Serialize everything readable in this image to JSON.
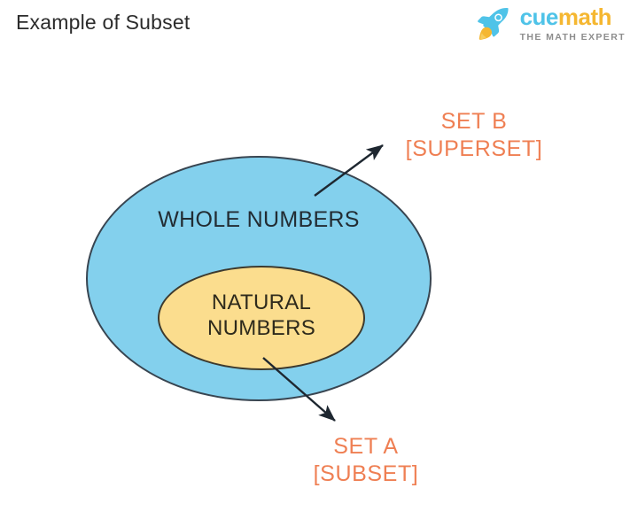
{
  "page": {
    "title": "Example of Subset",
    "background_color": "#ffffff"
  },
  "brand": {
    "icon": "rocket-icon",
    "word_first": "cue",
    "word_second": "math",
    "tagline": "THE MATH EXPERT",
    "colors": {
      "cue": "#4fc3e8",
      "math": "#f5b731",
      "tagline": "#8d8d8d",
      "rocket_body": "#4fc3e8",
      "rocket_flame": "#f5b731"
    }
  },
  "chart_data": {
    "type": "diagram",
    "subtype": "venn-subset",
    "title": "Example of Subset",
    "sets": [
      {
        "id": "outer",
        "label": "WHOLE NUMBERS",
        "role": "superset",
        "callout": "SET B",
        "callout_detail": "[SUPERSET]",
        "fill": "#83d0ed",
        "stroke": "#384551",
        "text_color": "#222c33"
      },
      {
        "id": "inner",
        "label_lines": [
          "NATURAL",
          "NUMBERS"
        ],
        "label": "NATURAL NUMBERS",
        "role": "subset",
        "callout": "SET A",
        "callout_detail": "[SUBSET]",
        "fill": "#fbdd8e",
        "stroke": "#3d3a2e",
        "text_color": "#2e2a1c"
      }
    ],
    "relation": "NATURAL NUMBERS is a subset of WHOLE NUMBERS",
    "annotation_color": "#ef7f53",
    "arrows": [
      {
        "from_set": "outer",
        "to_label": "SET B [SUPERSET]",
        "direction": "up-right"
      },
      {
        "from_set": "inner",
        "to_label": "SET A [SUBSET]",
        "direction": "down-right"
      }
    ]
  },
  "diagram": {
    "outer_label": "WHOLE NUMBERS",
    "inner_label_line1": "NATURAL",
    "inner_label_line2": "NUMBERS",
    "superset_callout_line1": "SET B",
    "superset_callout_line2": "[SUPERSET]",
    "subset_callout_line1": "SET A",
    "subset_callout_line2": "[SUBSET]"
  }
}
